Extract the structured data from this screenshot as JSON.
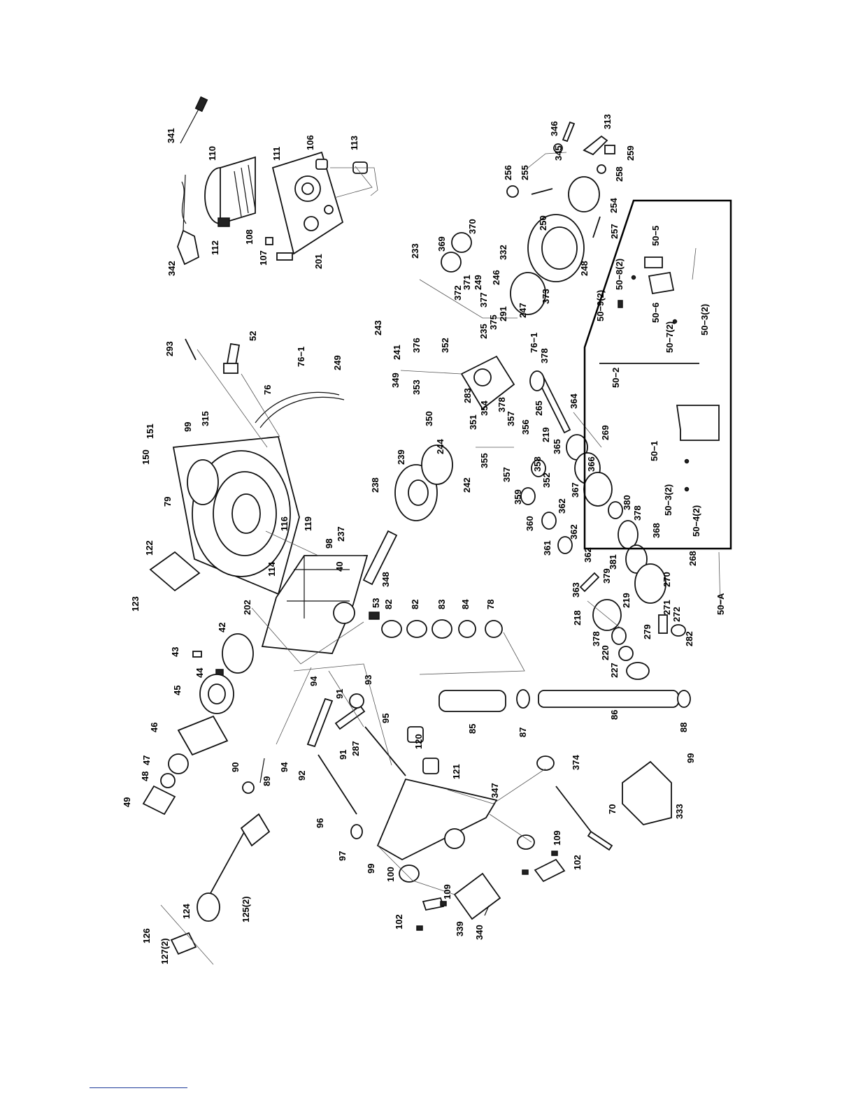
{
  "labels": [
    {
      "id": "341",
      "text": "341"
    },
    {
      "id": "110",
      "text": "110"
    },
    {
      "id": "111",
      "text": "111"
    },
    {
      "id": "106",
      "text": "106"
    },
    {
      "id": "113",
      "text": "113"
    },
    {
      "id": "342",
      "text": "342"
    },
    {
      "id": "112",
      "text": "112"
    },
    {
      "id": "108",
      "text": "108"
    },
    {
      "id": "107",
      "text": "107"
    },
    {
      "id": "201",
      "text": "201"
    },
    {
      "id": "293",
      "text": "293"
    },
    {
      "id": "52",
      "text": "52"
    },
    {
      "id": "76",
      "text": "76"
    },
    {
      "id": "76-1",
      "text": "76−1"
    },
    {
      "id": "249a",
      "text": "249"
    },
    {
      "id": "99a",
      "text": "99"
    },
    {
      "id": "315",
      "text": "315"
    },
    {
      "id": "151",
      "text": "151"
    },
    {
      "id": "150",
      "text": "150"
    },
    {
      "id": "79",
      "text": "79"
    },
    {
      "id": "122",
      "text": "122"
    },
    {
      "id": "123",
      "text": "123"
    },
    {
      "id": "116",
      "text": "116"
    },
    {
      "id": "119",
      "text": "119"
    },
    {
      "id": "114",
      "text": "114"
    },
    {
      "id": "98",
      "text": "98"
    },
    {
      "id": "40",
      "text": "40"
    },
    {
      "id": "237",
      "text": "237"
    },
    {
      "id": "348",
      "text": "348"
    },
    {
      "id": "238",
      "text": "238"
    },
    {
      "id": "239",
      "text": "239"
    },
    {
      "id": "244",
      "text": "244"
    },
    {
      "id": "242",
      "text": "242"
    },
    {
      "id": "350",
      "text": "350"
    },
    {
      "id": "349",
      "text": "349"
    },
    {
      "id": "353",
      "text": "353"
    },
    {
      "id": "243",
      "text": "243"
    },
    {
      "id": "241",
      "text": "241"
    },
    {
      "id": "376",
      "text": "376"
    },
    {
      "id": "352a",
      "text": "352"
    },
    {
      "id": "283",
      "text": "283"
    },
    {
      "id": "351",
      "text": "351"
    },
    {
      "id": "233",
      "text": "233"
    },
    {
      "id": "369",
      "text": "369"
    },
    {
      "id": "370",
      "text": "370"
    },
    {
      "id": "372",
      "text": "372"
    },
    {
      "id": "371",
      "text": "371"
    },
    {
      "id": "249b",
      "text": "249"
    },
    {
      "id": "377",
      "text": "377"
    },
    {
      "id": "235",
      "text": "235"
    },
    {
      "id": "375",
      "text": "375"
    },
    {
      "id": "291",
      "text": "291"
    },
    {
      "id": "246",
      "text": "246"
    },
    {
      "id": "332",
      "text": "332"
    },
    {
      "id": "247",
      "text": "247"
    },
    {
      "id": "373",
      "text": "373"
    },
    {
      "id": "76-1b",
      "text": "76−1"
    },
    {
      "id": "378a",
      "text": "378"
    },
    {
      "id": "378b",
      "text": "378"
    },
    {
      "id": "248",
      "text": "248"
    },
    {
      "id": "250",
      "text": "250"
    },
    {
      "id": "256",
      "text": "256"
    },
    {
      "id": "255",
      "text": "255"
    },
    {
      "id": "254",
      "text": "254"
    },
    {
      "id": "257",
      "text": "257"
    },
    {
      "id": "346",
      "text": "346"
    },
    {
      "id": "345",
      "text": "345"
    },
    {
      "id": "313",
      "text": "313"
    },
    {
      "id": "259",
      "text": "259"
    },
    {
      "id": "258",
      "text": "258"
    },
    {
      "id": "202",
      "text": "202"
    },
    {
      "id": "53",
      "text": "53"
    },
    {
      "id": "82a",
      "text": "82"
    },
    {
      "id": "82b",
      "text": "82"
    },
    {
      "id": "83",
      "text": "83"
    },
    {
      "id": "84",
      "text": "84"
    },
    {
      "id": "78",
      "text": "78"
    },
    {
      "id": "354",
      "text": "354"
    },
    {
      "id": "355",
      "text": "355"
    },
    {
      "id": "357a",
      "text": "357"
    },
    {
      "id": "357b",
      "text": "357"
    },
    {
      "id": "356",
      "text": "356"
    },
    {
      "id": "358",
      "text": "358"
    },
    {
      "id": "352b",
      "text": "352"
    },
    {
      "id": "219a",
      "text": "219"
    },
    {
      "id": "265",
      "text": "265"
    },
    {
      "id": "364",
      "text": "364"
    },
    {
      "id": "269",
      "text": "269"
    },
    {
      "id": "365",
      "text": "365"
    },
    {
      "id": "366",
      "text": "366"
    },
    {
      "id": "367",
      "text": "367"
    },
    {
      "id": "359",
      "text": "359"
    },
    {
      "id": "362a",
      "text": "362"
    },
    {
      "id": "360",
      "text": "360"
    },
    {
      "id": "362b",
      "text": "362"
    },
    {
      "id": "361",
      "text": "361"
    },
    {
      "id": "362c",
      "text": "362"
    },
    {
      "id": "380",
      "text": "380"
    },
    {
      "id": "378c",
      "text": "378"
    },
    {
      "id": "368",
      "text": "368"
    },
    {
      "id": "381",
      "text": "381"
    },
    {
      "id": "268",
      "text": "268"
    },
    {
      "id": "363",
      "text": "363"
    },
    {
      "id": "379",
      "text": "379"
    },
    {
      "id": "219b",
      "text": "219"
    },
    {
      "id": "270",
      "text": "270"
    },
    {
      "id": "218",
      "text": "218"
    },
    {
      "id": "271",
      "text": "271"
    },
    {
      "id": "272",
      "text": "272"
    },
    {
      "id": "279",
      "text": "279"
    },
    {
      "id": "282",
      "text": "282"
    },
    {
      "id": "378d",
      "text": "378"
    },
    {
      "id": "220",
      "text": "220"
    },
    {
      "id": "227",
      "text": "227"
    },
    {
      "id": "50-A",
      "text": "50−A"
    },
    {
      "id": "50-1",
      "text": "50−1"
    },
    {
      "id": "50-2",
      "text": "50−2"
    },
    {
      "id": "50-3a",
      "text": "50−3(2)"
    },
    {
      "id": "50-4",
      "text": "50−4(2)"
    },
    {
      "id": "50-5",
      "text": "50−5"
    },
    {
      "id": "50-6",
      "text": "50−6"
    },
    {
      "id": "50-7",
      "text": "50−7(2)"
    },
    {
      "id": "50-8",
      "text": "50−8(2)"
    },
    {
      "id": "50-9",
      "text": "50−9(2)"
    },
    {
      "id": "50-3b",
      "text": "50−3(2)"
    },
    {
      "id": "43",
      "text": "43"
    },
    {
      "id": "42",
      "text": "42"
    },
    {
      "id": "44",
      "text": "44"
    },
    {
      "id": "45",
      "text": "45"
    },
    {
      "id": "46",
      "text": "46"
    },
    {
      "id": "47",
      "text": "47"
    },
    {
      "id": "48",
      "text": "48"
    },
    {
      "id": "49",
      "text": "49"
    },
    {
      "id": "94a",
      "text": "94"
    },
    {
      "id": "91a",
      "text": "91"
    },
    {
      "id": "93",
      "text": "93"
    },
    {
      "id": "95",
      "text": "95"
    },
    {
      "id": "90",
      "text": "90"
    },
    {
      "id": "89",
      "text": "89"
    },
    {
      "id": "94b",
      "text": "94"
    },
    {
      "id": "92",
      "text": "92"
    },
    {
      "id": "91b",
      "text": "91"
    },
    {
      "id": "287",
      "text": "287"
    },
    {
      "id": "120",
      "text": "120"
    },
    {
      "id": "121",
      "text": "121"
    },
    {
      "id": "85",
      "text": "85"
    },
    {
      "id": "87",
      "text": "87"
    },
    {
      "id": "86",
      "text": "86"
    },
    {
      "id": "88",
      "text": "88"
    },
    {
      "id": "99b",
      "text": "99"
    },
    {
      "id": "374",
      "text": "374"
    },
    {
      "id": "347",
      "text": "347"
    },
    {
      "id": "96",
      "text": "96"
    },
    {
      "id": "97",
      "text": "97"
    },
    {
      "id": "70",
      "text": "70"
    },
    {
      "id": "333",
      "text": "333"
    },
    {
      "id": "99c",
      "text": "99"
    },
    {
      "id": "100",
      "text": "100"
    },
    {
      "id": "109a",
      "text": "109"
    },
    {
      "id": "109b",
      "text": "109"
    },
    {
      "id": "102a",
      "text": "102"
    },
    {
      "id": "102b",
      "text": "102"
    },
    {
      "id": "339",
      "text": "339"
    },
    {
      "id": "340",
      "text": "340"
    },
    {
      "id": "124",
      "text": "124"
    },
    {
      "id": "125",
      "text": "125(2)"
    },
    {
      "id": "126",
      "text": "126"
    },
    {
      "id": "127",
      "text": "127(2)"
    }
  ]
}
